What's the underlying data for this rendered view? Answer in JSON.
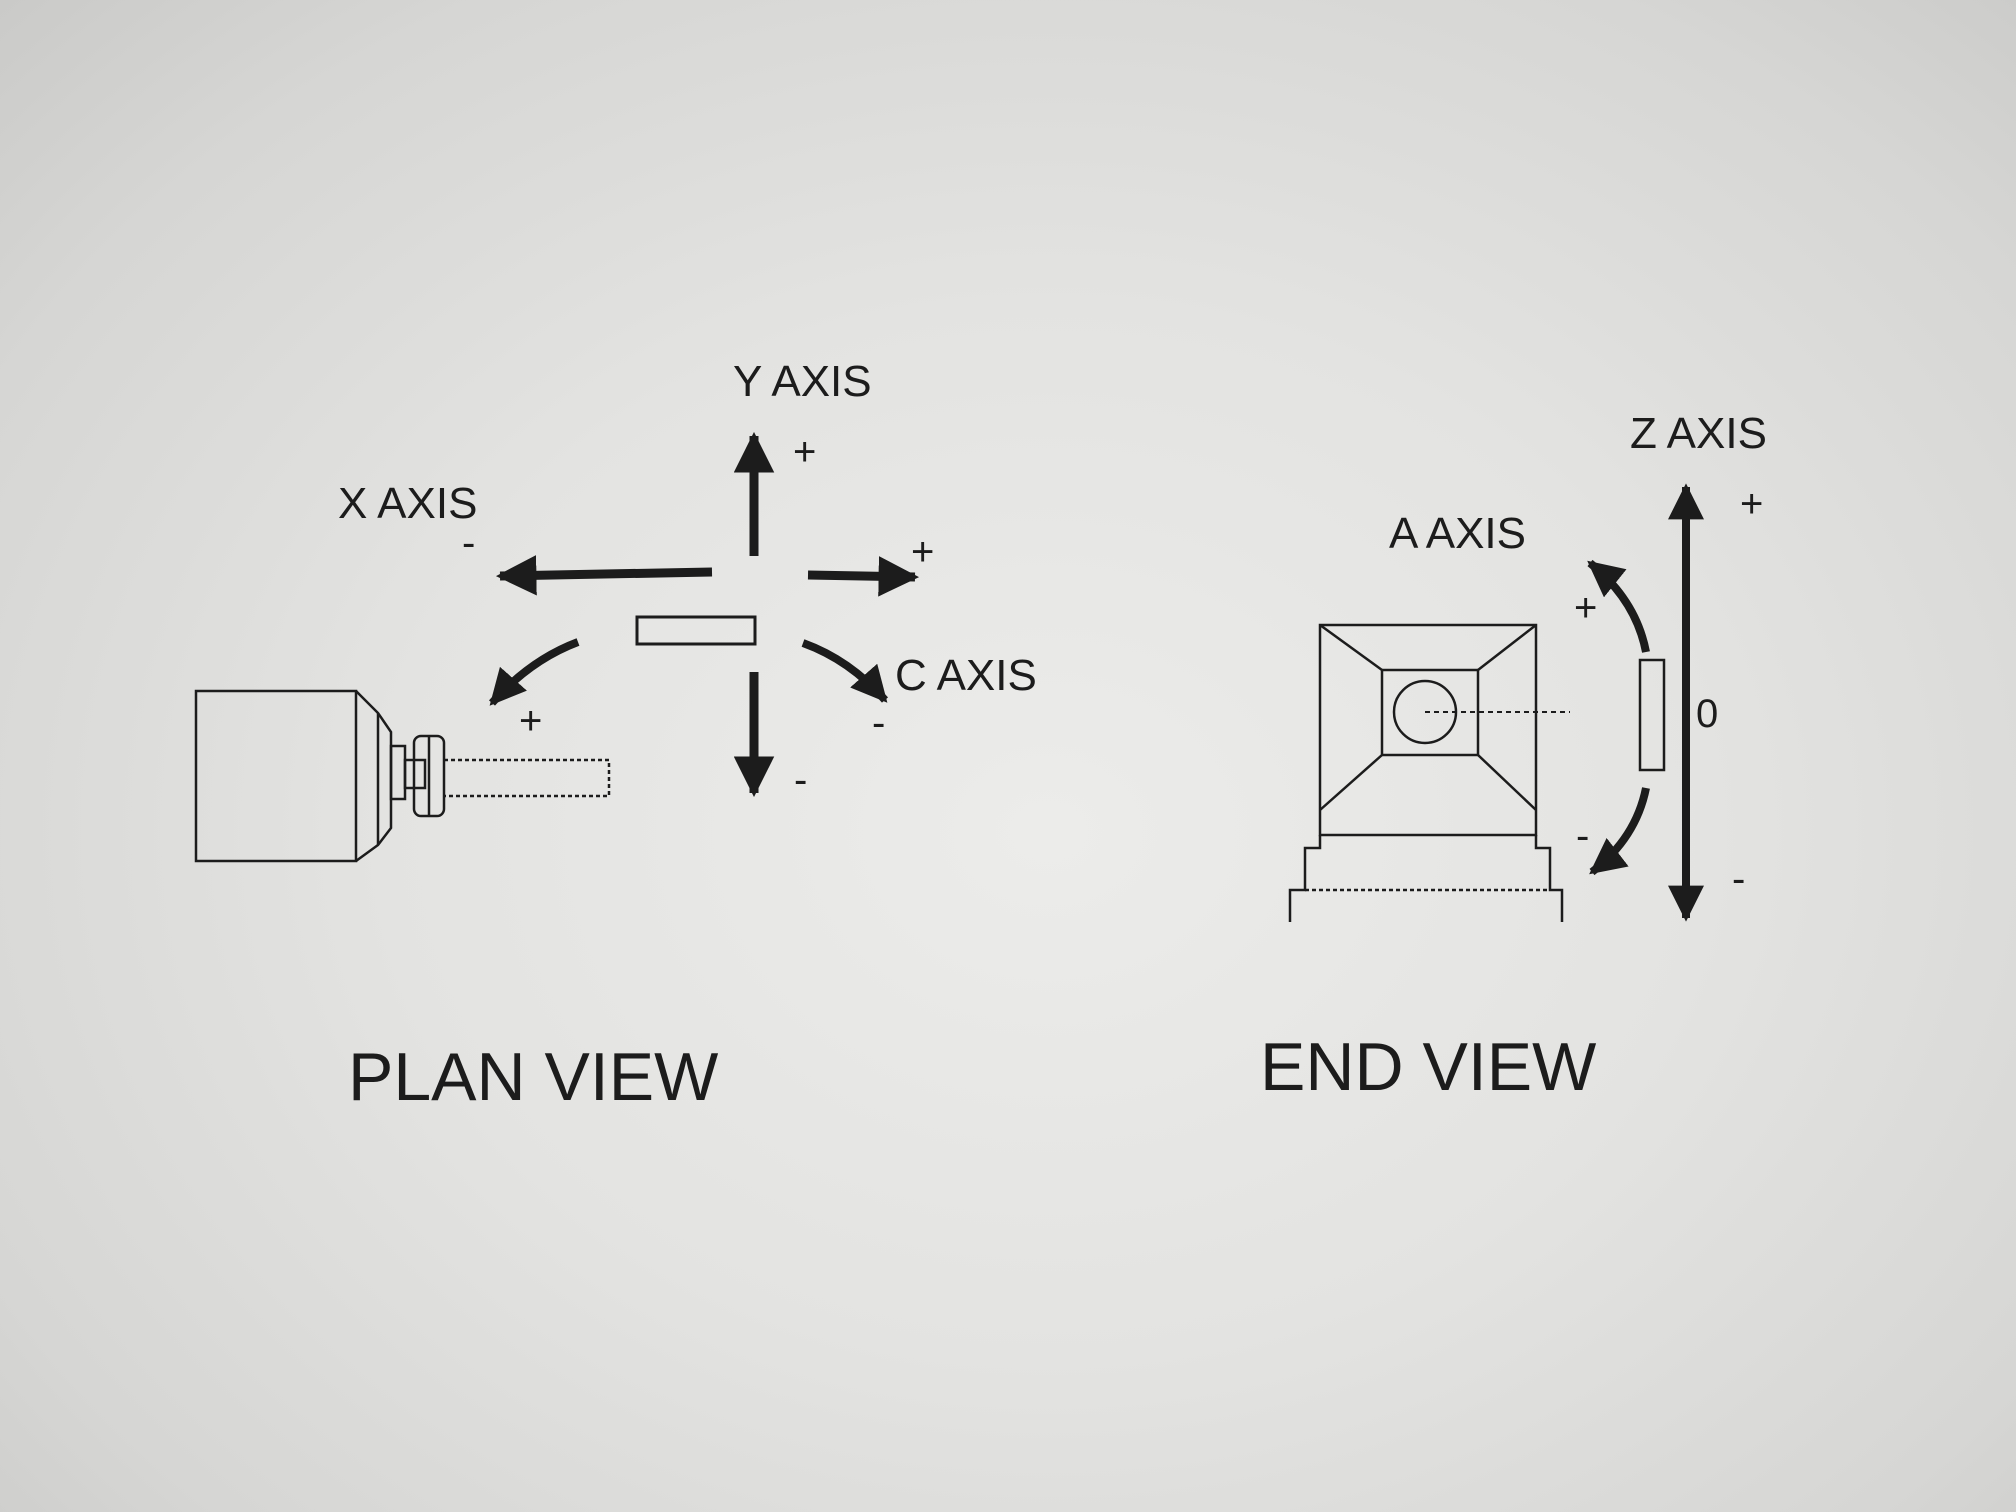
{
  "plan_view": {
    "title": "PLAN VIEW",
    "y_axis": {
      "label": "Y AXIS",
      "plus": "+",
      "minus": "-"
    },
    "x_axis": {
      "label": "X AXIS",
      "plus": "+",
      "minus": "-"
    },
    "c_axis": {
      "label": "C AXIS",
      "plus": "+",
      "minus": "-"
    }
  },
  "end_view": {
    "title": "END VIEW",
    "z_axis": {
      "label": "Z AXIS",
      "plus": "+",
      "minus": "-",
      "zero": "0"
    },
    "a_axis": {
      "label": "A AXIS",
      "plus": "+",
      "minus": "-"
    }
  },
  "colors": {
    "paper": "#e6e6e4",
    "ink": "#1c1c1c"
  }
}
